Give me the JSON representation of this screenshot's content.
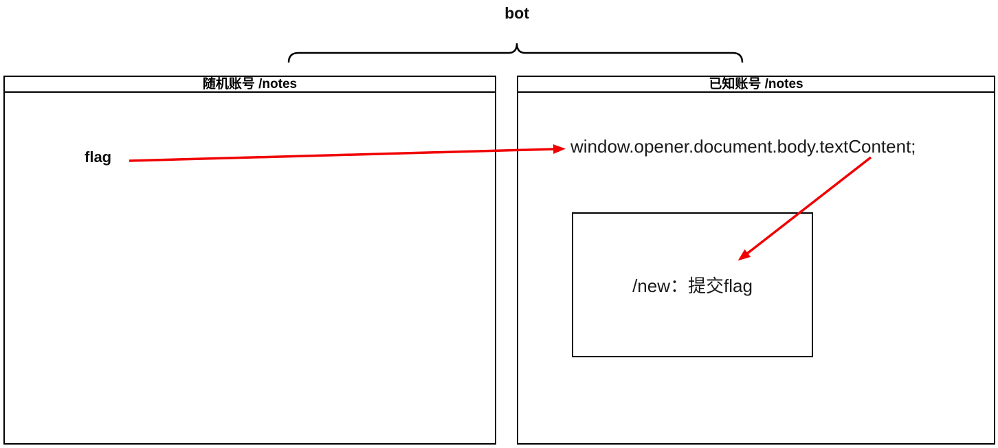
{
  "diagram": {
    "bot_label": "bot",
    "flag_label": "flag",
    "left_panel": {
      "title": "随机账号 /notes"
    },
    "right_panel": {
      "title": "已知账号 /notes",
      "code_line": "window.opener.document.body.textContent;",
      "new_box_label": "/new：提交flag"
    },
    "colors": {
      "arrow_red": "#f00000",
      "line_black": "#000000"
    }
  }
}
